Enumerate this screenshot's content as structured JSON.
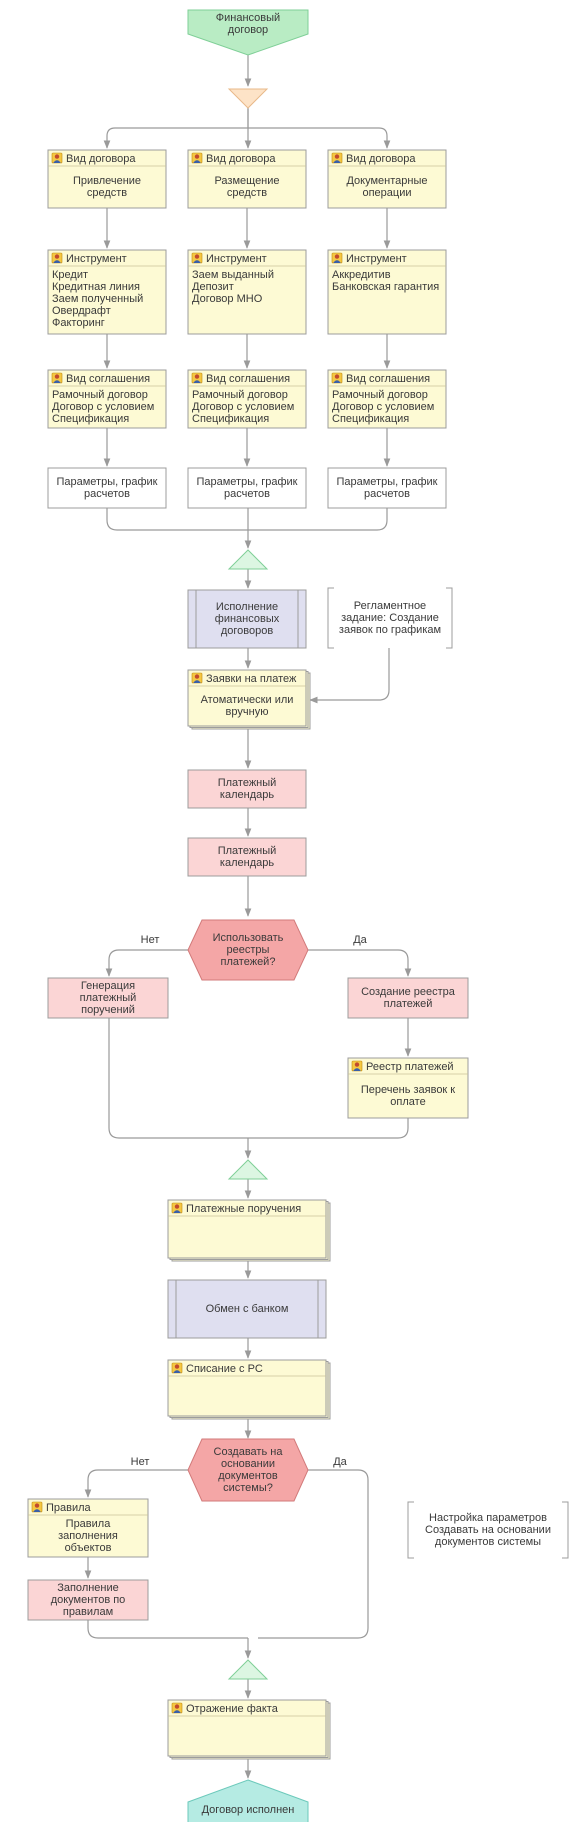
{
  "colors": {
    "yellow": "#fdfad4",
    "pink": "#fbd5d5",
    "lavender": "#dfdff0",
    "white": "#ffffff",
    "green": "#b9ecc4",
    "greenLight": "#dcf6e2",
    "peach": "#fde3c7",
    "decision": "#f4a6a6",
    "teal": "#b5ebe3",
    "edge": "#9a9a9a",
    "text": "#3a3a3a"
  },
  "diagram": {
    "start": {
      "label": [
        "Финансовый",
        "договор"
      ]
    },
    "end": {
      "label": [
        "Договор исполнен"
      ]
    },
    "cards": {
      "type1": {
        "title": "Вид договора",
        "body": [
          "Привлечение",
          "средств"
        ]
      },
      "type2": {
        "title": "Вид договора",
        "body": [
          "Размещение",
          "средств"
        ]
      },
      "type3": {
        "title": "Вид договора",
        "body": [
          "Документарные",
          "операции"
        ]
      },
      "instr1": {
        "title": "Инструмент",
        "body": [
          "Кредит",
          "Кредитная линия",
          "Заем полученный",
          "Овердрафт",
          "Факторинг"
        ]
      },
      "instr2": {
        "title": "Инструмент",
        "body": [
          "Заем выданный",
          "Депозит",
          "Договор МНО"
        ]
      },
      "instr3": {
        "title": "Инструмент",
        "body": [
          "Аккредитив",
          "Банковская гарантия"
        ]
      },
      "agr1": {
        "title": "Вид соглашения",
        "body": [
          "Рамочный договор",
          "Договор с условием",
          "Спецификация"
        ]
      },
      "agr2": {
        "title": "Вид соглашения",
        "body": [
          "Рамочный договор",
          "Договор с условием",
          "Спецификация"
        ]
      },
      "agr3": {
        "title": "Вид соглашения",
        "body": [
          "Рамочный договор",
          "Договор с условием",
          "Спецификация"
        ]
      },
      "requests": {
        "title": "Заявки на платеж",
        "body": [
          "Атоматически или",
          "вручную"
        ]
      },
      "registry": {
        "title": "Реестр платежей",
        "body": [
          "Перечень заявок к",
          "оплате"
        ]
      },
      "orders": {
        "title": "Платежные поручения",
        "body": []
      },
      "writeoff": {
        "title": "Списание с РС",
        "body": []
      },
      "rules": {
        "title": "Правила",
        "body": [
          "Правила",
          "заполнения",
          "объектов"
        ]
      },
      "fact": {
        "title": "Отражение факта",
        "body": []
      }
    },
    "boxes": {
      "params1": [
        "Параметры, график",
        "расчетов"
      ],
      "params2": [
        "Параметры, график",
        "расчетов"
      ],
      "params3": [
        "Параметры, график",
        "расчетов"
      ],
      "exec": [
        "Исполнение",
        "финансовых",
        "договоров"
      ],
      "reglament": [
        "Регламентное",
        "задание: Создание",
        "заявок по графикам"
      ],
      "calendar1": [
        "Платежный",
        "календарь"
      ],
      "calendar2": [
        "Платежный",
        "календарь"
      ],
      "genorders": [
        "Генерация",
        "платежный",
        "поручений"
      ],
      "createreg": [
        "Создание реестра",
        "платежей"
      ],
      "bank": [
        "Обмен с банком"
      ],
      "fill": [
        "Заполнение",
        "документов по",
        "правилам"
      ],
      "settings": [
        "Настройка параметров",
        "Создавать на основании",
        "документов системы"
      ]
    },
    "decisions": {
      "useRegistry": [
        "Использовать",
        "реестры",
        "платежей?"
      ],
      "createBased": [
        "Создавать на",
        "основании",
        "документов",
        "системы?"
      ]
    },
    "edge_labels": {
      "no1": "Нет",
      "yes1": "Да",
      "no2": "Нет",
      "yes2": "Да"
    }
  }
}
